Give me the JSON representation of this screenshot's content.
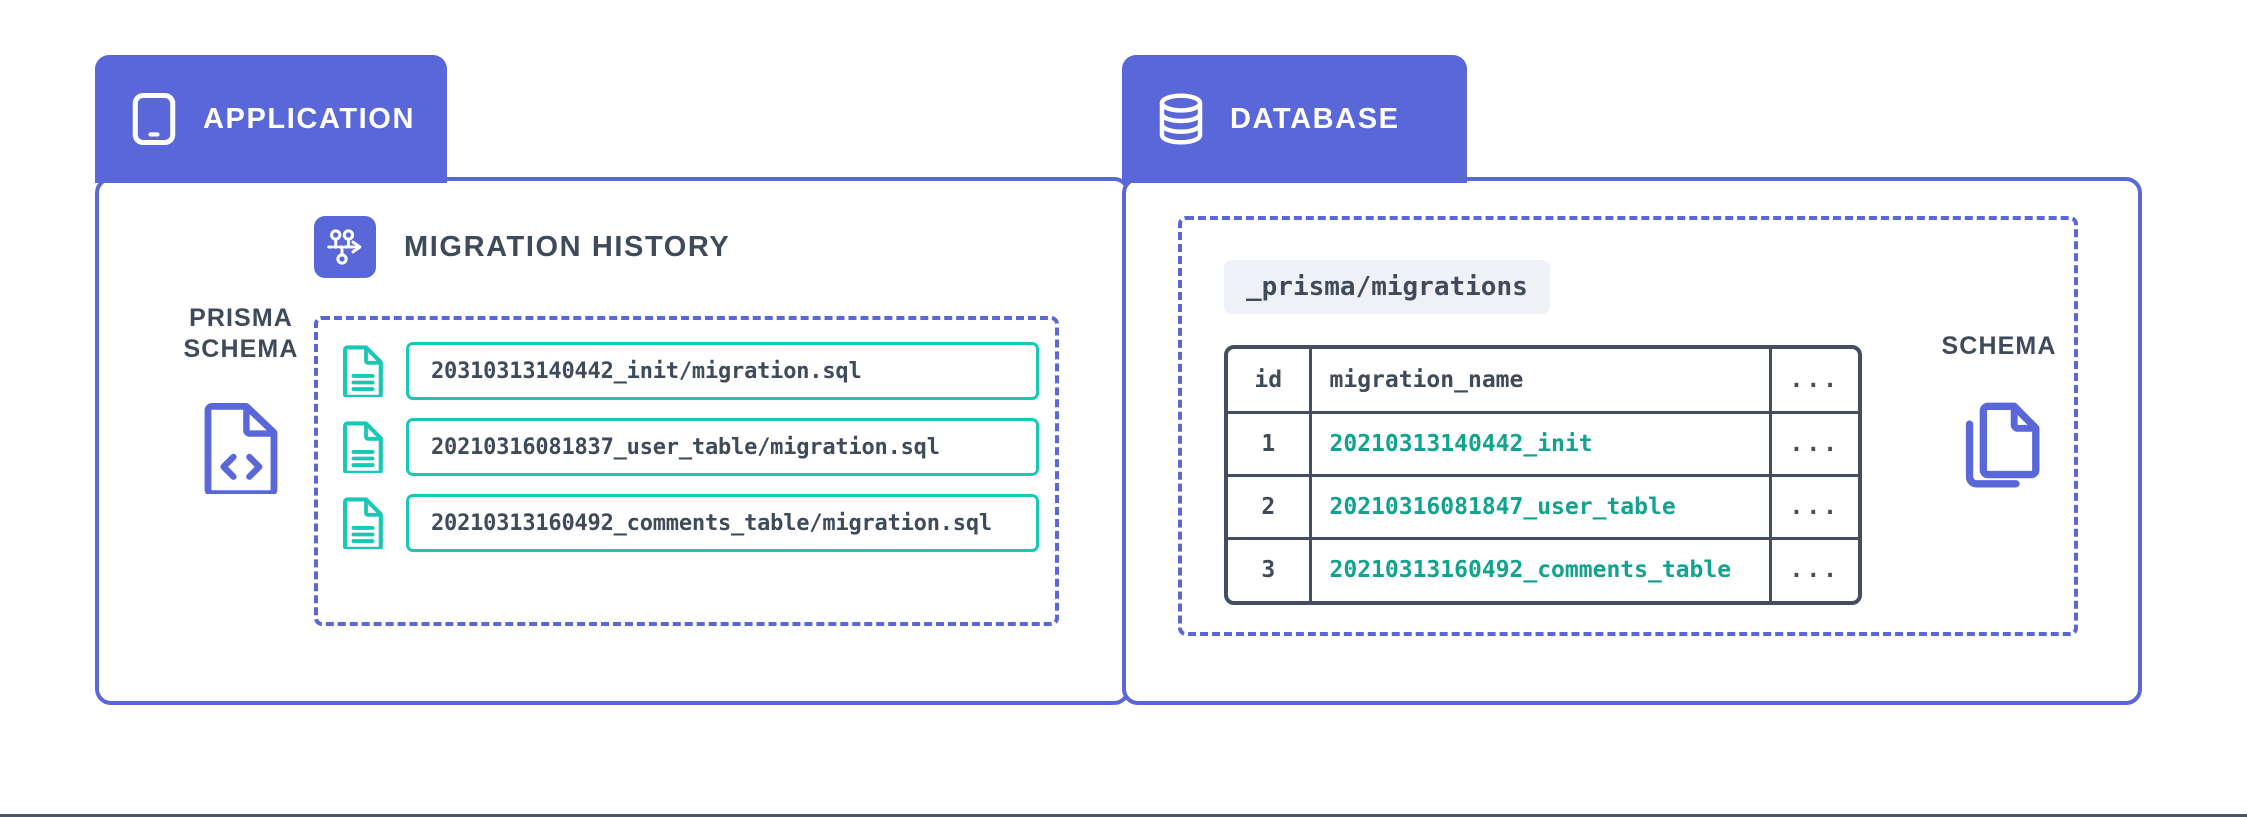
{
  "diagram": {
    "title": "Prisma migration history and database migrations table",
    "colors": {
      "purple": "#5a67d8",
      "teal": "#17c8b5",
      "teal_text": "#11a38e",
      "slate": "#3f4a5a",
      "table_border": "#434e61",
      "tag_bg": "#eef1f6"
    }
  },
  "application": {
    "tab_label": "APPLICATION",
    "tab_icon": "mobile-phone-icon",
    "prisma_schema": {
      "caption": "PRISMA\nSCHEMA",
      "icon": "document-code-icon"
    },
    "migration_history": {
      "title": "MIGRATION HISTORY",
      "icon": "branching-migration-icon",
      "files": [
        {
          "icon": "document-lines-icon",
          "name": "20310313140442_init/migration.sql"
        },
        {
          "icon": "document-lines-icon",
          "name": "20210316081837_user_table/migration.sql"
        },
        {
          "icon": "document-lines-icon",
          "name": "20210313160492_comments_table/migration.sql"
        }
      ]
    }
  },
  "database": {
    "tab_label": "DATABASE",
    "tab_icon": "database-cylinder-icon",
    "tag": "_prisma/migrations",
    "schema": {
      "caption": "SCHEMA",
      "icon": "copy-documents-icon"
    },
    "table": {
      "columns": [
        "id",
        "migration_name",
        "..."
      ],
      "rows": [
        {
          "id": "1",
          "migration_name": "20210313140442_init",
          "more": "..."
        },
        {
          "id": "2",
          "migration_name": "20210316081847_user_table",
          "more": "..."
        },
        {
          "id": "3",
          "migration_name": "20210313160492_comments_table",
          "more": "..."
        }
      ]
    }
  }
}
